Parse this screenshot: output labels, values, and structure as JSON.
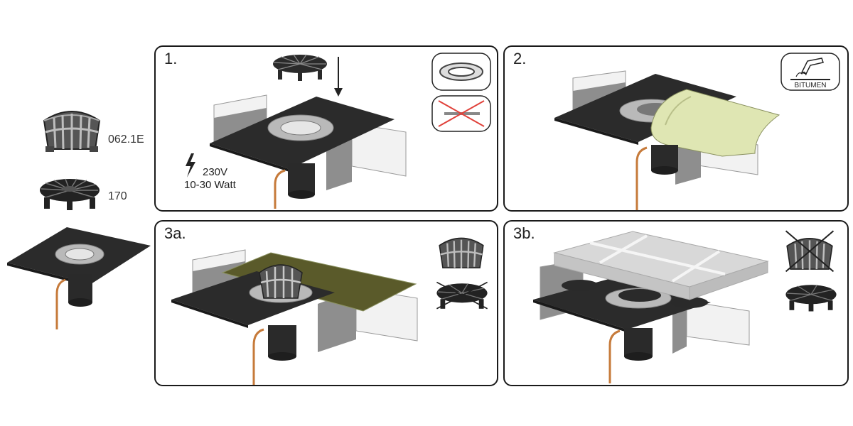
{
  "legend": {
    "grate_tall_label": "062.1E",
    "grate_flat_label": "170"
  },
  "panels": {
    "step1": {
      "label": "1.",
      "voltage": "230V",
      "power": "10-30 Watt"
    },
    "step2": {
      "label": "2.",
      "bitumen": "BITUMEN"
    },
    "step3a": {
      "label": "3a."
    },
    "step3b": {
      "label": "3b."
    }
  },
  "colors": {
    "membrane": "#2b2b2b",
    "flange": "#b9b9b9",
    "insulation": "#f2f2f2",
    "stone": "#8e8e8e",
    "wire": "#c67a3a",
    "felt": "#dfe6b3",
    "prohibit": "#e0413a"
  }
}
